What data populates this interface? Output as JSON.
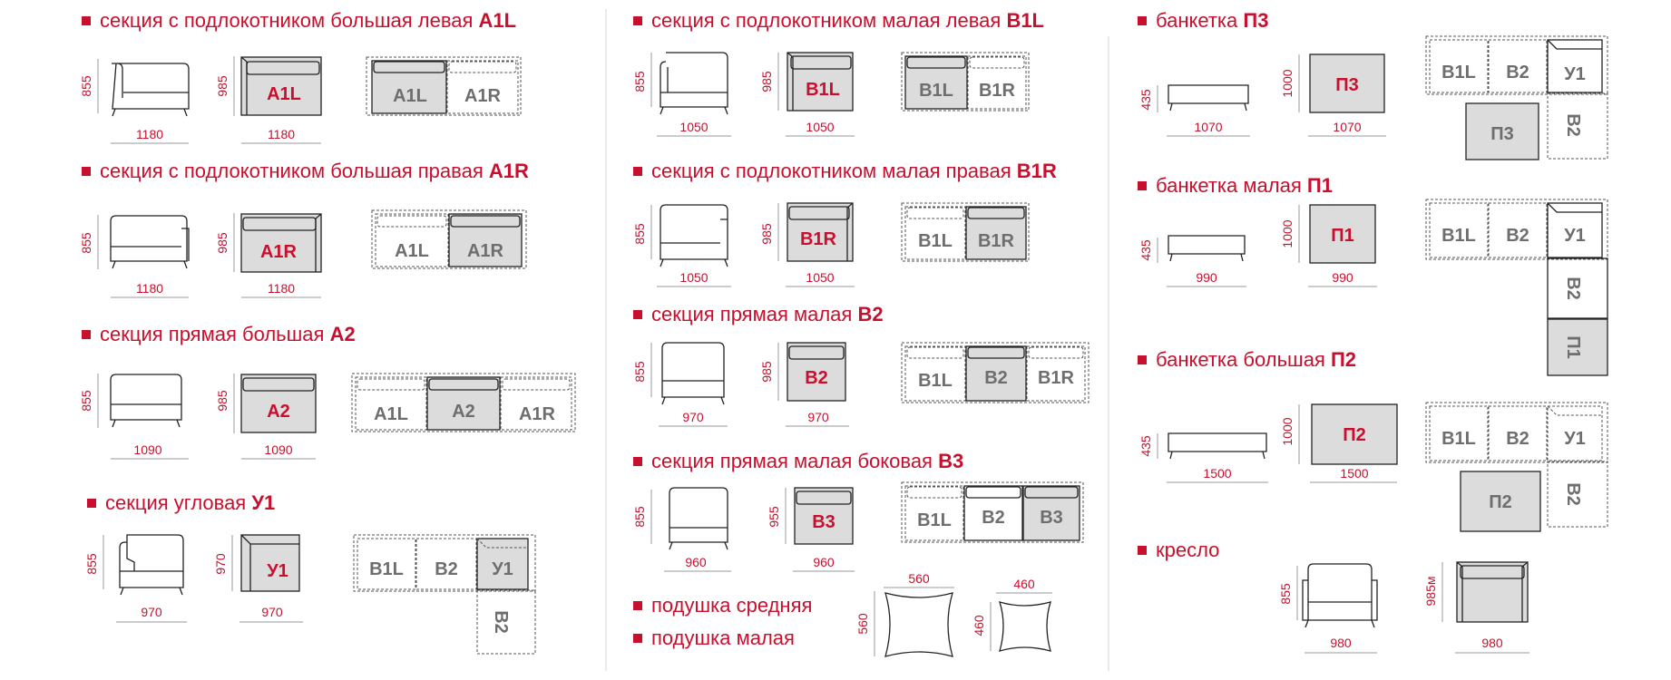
{
  "sections": {
    "a1l": {
      "title_text": "секция с подлокотником большая левая",
      "code": "A1L",
      "height": "855",
      "plan_height": "985",
      "width": "1180",
      "plan_width": "1180",
      "combo": [
        "A1L",
        "A1R"
      ]
    },
    "a1r": {
      "title_text": "секция с подлокотником большая правая",
      "code": "A1R",
      "height": "855",
      "plan_height": "985",
      "width": "1180",
      "plan_width": "1180",
      "combo": [
        "A1L",
        "A1R"
      ]
    },
    "a2": {
      "title_text": "секция прямая большая",
      "code": "A2",
      "height": "855",
      "plan_height": "985",
      "width": "1090",
      "plan_width": "1090",
      "combo": [
        "A1L",
        "A2",
        "A1R"
      ]
    },
    "u1": {
      "title_text": "секция угловая",
      "code": "У1",
      "height": "855",
      "plan_height": "970",
      "width": "970",
      "plan_width": "970",
      "combo": [
        "B1L",
        "B2",
        "У1",
        "B2"
      ]
    },
    "b1l": {
      "title_text": "секция с подлокотником малая левая",
      "code": "B1L",
      "height": "855",
      "plan_height": "985",
      "width": "1050",
      "plan_width": "1050",
      "combo": [
        "B1L",
        "B1R"
      ]
    },
    "b1r": {
      "title_text": "секция с подлокотником малая правая",
      "code": "B1R",
      "height": "855",
      "plan_height": "985",
      "width": "1050",
      "plan_width": "1050",
      "combo": [
        "B1L",
        "B1R"
      ]
    },
    "b2": {
      "title_text": "секция прямая малая",
      "code": "B2",
      "height": "855",
      "plan_height": "985",
      "width": "970",
      "plan_width": "970",
      "combo": [
        "B1L",
        "B2",
        "B1R"
      ]
    },
    "b3": {
      "title_text": "секция прямая малая боковая",
      "code": "B3",
      "height": "855",
      "plan_height": "955",
      "width": "960",
      "plan_width": "960",
      "combo": [
        "B1L",
        "B2",
        "B3"
      ]
    },
    "p3": {
      "title_text": "банкетка",
      "code": "П3",
      "height": "435",
      "plan_height": "1000",
      "width": "1070",
      "plan_width": "1070",
      "combo": [
        "B1L",
        "B2",
        "У1",
        "B2",
        "П3"
      ]
    },
    "p1": {
      "title_text": "банкетка малая",
      "code": "П1",
      "height": "435",
      "plan_height": "1000",
      "width": "990",
      "plan_width": "990",
      "combo": [
        "B1L",
        "B2",
        "У1",
        "B2",
        "П1"
      ]
    },
    "p2": {
      "title_text": "банкетка большая",
      "code": "П2",
      "height": "435",
      "plan_height": "1000",
      "width": "1500",
      "plan_width": "1500",
      "combo": [
        "B1L",
        "B2",
        "У1",
        "B2",
        "П2"
      ]
    },
    "armchair": {
      "title_text": "кресло",
      "height": "855",
      "plan_height": "985м",
      "width": "980",
      "plan_width": "980"
    }
  },
  "pillows": {
    "medium": {
      "title_text": "подушка средняя",
      "size": "560",
      "height": "560"
    },
    "small": {
      "title_text": "подушка малая",
      "size": "460",
      "height": "460"
    }
  },
  "colors": {
    "accent": "#c8102e",
    "module_fill": "#dcdcdc",
    "label_gray": "#6e6e6e"
  }
}
